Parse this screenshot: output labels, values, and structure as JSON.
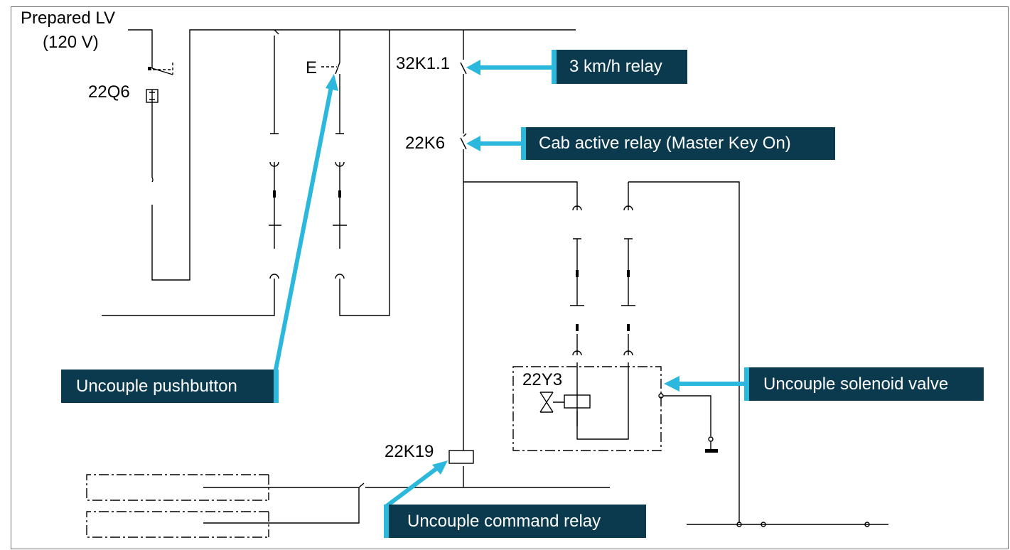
{
  "supply": {
    "line1": "Prepared LV",
    "line2": "(120 V)"
  },
  "components": {
    "breaker": "22Q6",
    "pushbutton_tag": "E",
    "speed_relay_contact": "32K1.1",
    "cab_relay_contact": "22K6",
    "solenoid": "22Y3",
    "command_relay_coil": "22K19"
  },
  "callouts": {
    "speed_relay": "3 km/h relay",
    "cab_relay": "Cab active relay (Master Key On)",
    "pushbutton": "Uncouple pushbutton",
    "solenoid": "Uncouple solenoid valve",
    "command_relay": "Uncouple command relay"
  },
  "colors": {
    "callout_bg": "#0b3a4f",
    "callout_accent": "#2cb8dc",
    "callout_text": "#ffffff",
    "wire": "#000000"
  }
}
